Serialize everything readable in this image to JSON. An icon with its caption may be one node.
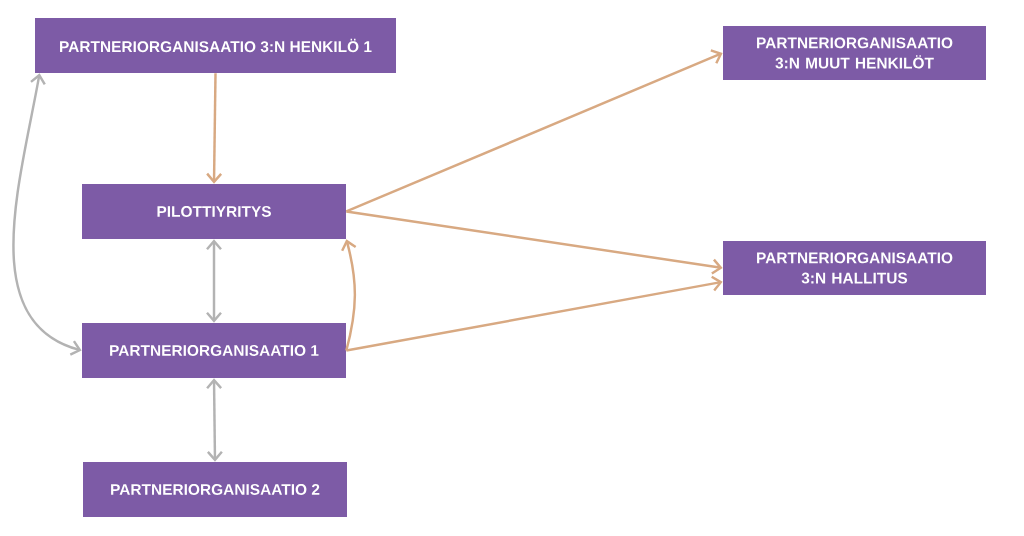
{
  "diagram": {
    "nodes": [
      {
        "text": [
          "PARTNERIORGANISAATIO 3:N HENKILÖ 1"
        ]
      },
      {
        "text": [
          "PARTNERIORGANISAATIO 3:N MUUT HENKILÖT"
        ]
      },
      {
        "text": [
          "PILOTTIYRITYS"
        ]
      },
      {
        "text": [
          "PARTNERIORGANISAATIO 3:N HALLITUS"
        ]
      },
      {
        "text": [
          "PARTNERIORGANISAATIO 1"
        ]
      },
      {
        "text": [
          "PARTNERIORGANISAATIO 2"
        ]
      }
    ],
    "edges": [
      {
        "from": 0,
        "to": 2,
        "arrow": "to"
      },
      {
        "from": 2,
        "to": 1,
        "arrow": "to"
      },
      {
        "from": 2,
        "to": 3,
        "arrow": "to"
      },
      {
        "from": 4,
        "to": 2,
        "arrow": "to"
      },
      {
        "from": 4,
        "to": 3,
        "arrow": "to"
      },
      {
        "from": 0,
        "to": 4,
        "arrow": "both",
        "color": "#b3b3b3"
      },
      {
        "from": 2,
        "to": 4,
        "arrow": "both",
        "color": "#b3b3b3"
      },
      {
        "from": 4,
        "to": 5,
        "arrow": "both",
        "color": "#b3b3b3"
      }
    ]
  }
}
